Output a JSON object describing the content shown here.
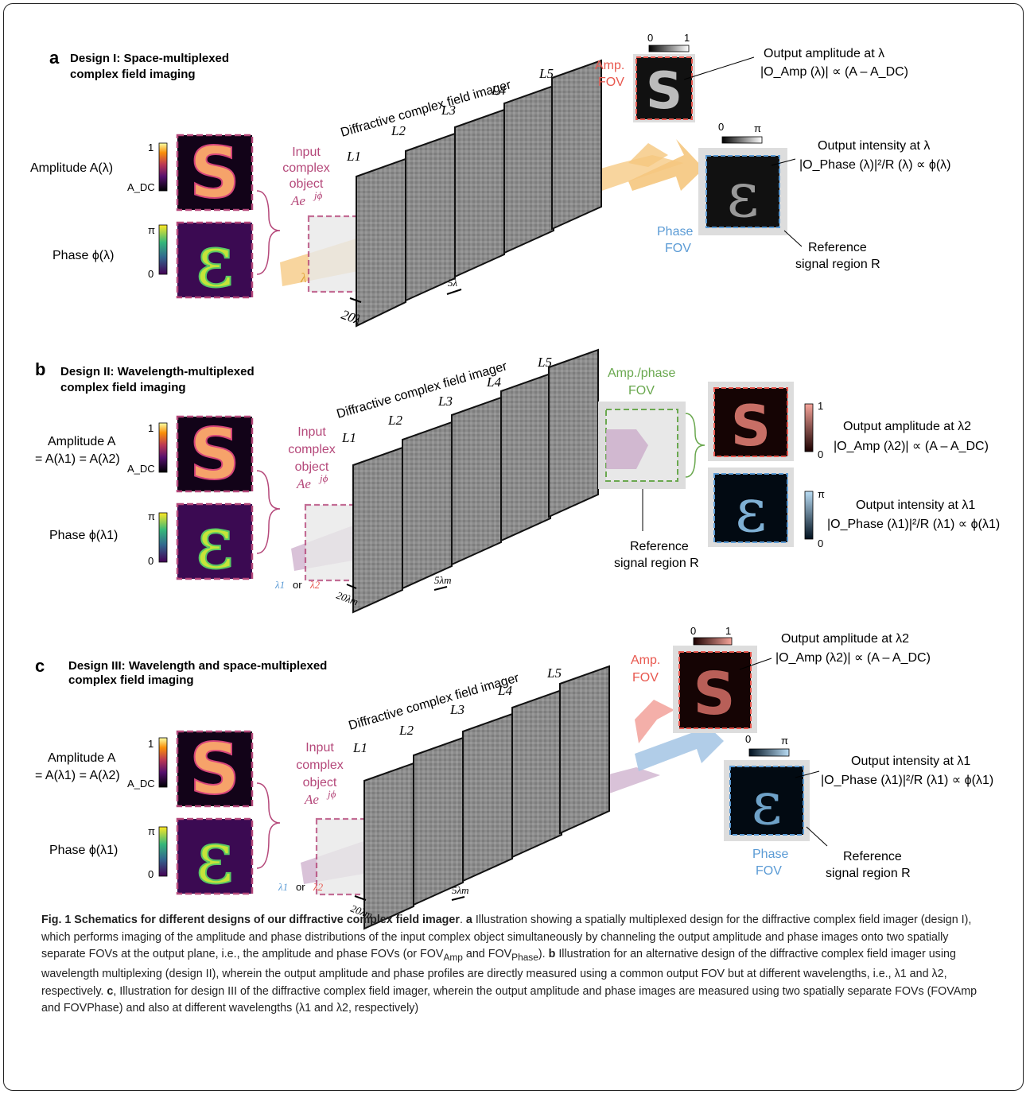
{
  "panels": [
    {
      "letter": "a",
      "title_line1": "Design I: Space-multiplexed",
      "title_line2": "complex field imaging",
      "imager_label": "Diffractive complex field imager",
      "layers": [
        "L1",
        "L2",
        "L3",
        "L4",
        "L5"
      ],
      "input_label": [
        "Input",
        "complex",
        "object",
        "Ae"
      ],
      "amplitude_label": "Amplitude A(λ)",
      "phase_label": "Phase ϕ(λ)",
      "amp_scale": [
        "1",
        "A_DC"
      ],
      "phase_scale": [
        "π",
        "0"
      ],
      "illumination": "λ",
      "scale_bar_1": "20λ",
      "scale_bar_2": "5λ",
      "amp_fov": [
        "Amp.",
        "FOV"
      ],
      "phase_fov": [
        "Phase",
        "FOV"
      ],
      "amp_colorbar": [
        "0",
        "1"
      ],
      "phase_colorbar": [
        "0",
        "π"
      ],
      "out_amp_title": "Output amplitude at λ",
      "out_amp_eq": "|O_Amp (λ)| ∝ (A – A_DC)",
      "out_int_title": "Output intensity at λ",
      "out_int_eq": "|O_Phase (λ)|²/R (λ) ∝ ϕ(λ)",
      "reference": [
        "Reference",
        "signal region R"
      ]
    },
    {
      "letter": "b",
      "title_line1": "Design II: Wavelength-multiplexed",
      "title_line2": "complex field imaging",
      "imager_label": "Diffractive complex field imager",
      "layers": [
        "L1",
        "L2",
        "L3",
        "L4",
        "L5"
      ],
      "input_label": [
        "Input",
        "complex",
        "object",
        "Ae"
      ],
      "amplitude_label": [
        "Amplitude A",
        "= A(λ1) = A(λ2)"
      ],
      "phase_label": "Phase ϕ(λ1)",
      "amp_scale": [
        "1",
        "A_DC"
      ],
      "phase_scale": [
        "π",
        "0"
      ],
      "illumination": [
        "λ1",
        "or",
        "λ2"
      ],
      "scale_bar_1": "20λm",
      "scale_bar_2": "5λm",
      "common_fov": [
        "Amp./phase",
        "FOV"
      ],
      "amp_colorbar": [
        "1",
        "0"
      ],
      "phase_colorbar": [
        "π",
        "0"
      ],
      "out_amp_title": "Output amplitude at λ2",
      "out_amp_eq": "|O_Amp (λ2)| ∝ (A – A_DC)",
      "out_int_title": "Output intensity at λ1",
      "out_int_eq": "|O_Phase (λ1)|²/R (λ1) ∝ ϕ(λ1)",
      "reference": [
        "Reference",
        "signal region R"
      ]
    },
    {
      "letter": "c",
      "title_line1": "Design III: Wavelength and space-multiplexed",
      "title_line2": "complex field imaging",
      "imager_label": "Diffractive complex field imager",
      "layers": [
        "L1",
        "L2",
        "L3",
        "L4",
        "L5"
      ],
      "input_label": [
        "Input",
        "complex",
        "object",
        "Ae"
      ],
      "amplitude_label": [
        "Amplitude A",
        "= A(λ1) = A(λ2)"
      ],
      "phase_label": "Phase ϕ(λ1)",
      "amp_scale": [
        "1",
        "A_DC"
      ],
      "phase_scale": [
        "π",
        "0"
      ],
      "illumination": [
        "λ1",
        "or",
        "λ2"
      ],
      "scale_bar_1": "20λm",
      "scale_bar_2": "5λm",
      "amp_fov": [
        "Amp.",
        "FOV"
      ],
      "phase_fov": [
        "Phase",
        "FOV"
      ],
      "amp_colorbar": [
        "0",
        "1"
      ],
      "phase_colorbar": [
        "0",
        "π"
      ],
      "out_amp_title": "Output amplitude at λ2",
      "out_amp_eq": "|O_Amp (λ2)| ∝ (A – A_DC)",
      "out_int_title": "Output intensity at λ1",
      "out_int_eq": "|O_Phase (λ1)|²/R (λ1) ∝ ϕ(λ1)",
      "reference": [
        "Reference",
        "signal region R"
      ]
    }
  ],
  "colors": {
    "object_border": "#b5487a",
    "amp_fov": "#e8584f",
    "phase_fov": "#5b9bd5",
    "common_fov": "#6aa84f",
    "beam_design1": "#f5c77e",
    "beam_purple": "#c9a8c8",
    "beam_red": "#f2a19a",
    "beam_blue": "#a9c8e6",
    "layer_gray": "#8a8a8a"
  },
  "caption": {
    "fig_label": "Fig. 1 Schematics for different designs of our diffractive complex field imager",
    "a": "a",
    "a_text": " Illustration showing a spatially multiplexed design for the diffractive complex field imager (design I), which performs imaging of the amplitude and phase distributions of the input complex object simultaneously by channeling the output amplitude and phase images onto two spatially separate FOVs at the output plane, i.e., the amplitude and phase FOVs (or FOV",
    "a_sub1": "Amp",
    "a_mid": " and FOV",
    "a_sub2": "Phase",
    "a_end": "). ",
    "b": "b",
    "b_text": " Illustration for an alternative design of the diffractive complex field imager using wavelength multiplexing (design II), wherein the output amplitude and phase profiles are directly measured using a common output FOV but at different wavelengths, i.e., λ1 and λ2, respectively. ",
    "c": "c",
    "c_text": ", Illustration for design III of the diffractive complex field imager, wherein the output amplitude and phase images are measured using two spatially separate FOVs (FOVAmp and FOVPhase) and also at different wavelengths (λ1 and λ2, respectively)"
  }
}
